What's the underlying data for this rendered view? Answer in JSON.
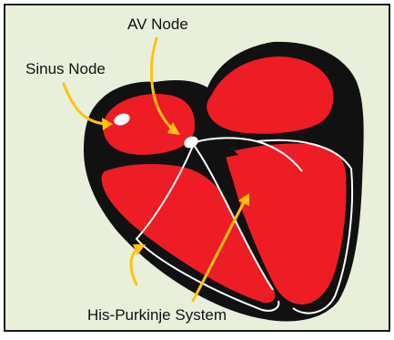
{
  "labels": {
    "sinus_node": "Sinus Node",
    "av_node": "AV Node",
    "his_purkinje": "His-Purkinje System"
  },
  "colors": {
    "background": "#e8f0dc",
    "border": "#1a1a1a",
    "heart_wall": "#111111",
    "chamber": "#ee1c24",
    "node": "#ffffff",
    "conduction_line": "#ffffff",
    "arrow": "#ffc20e"
  }
}
